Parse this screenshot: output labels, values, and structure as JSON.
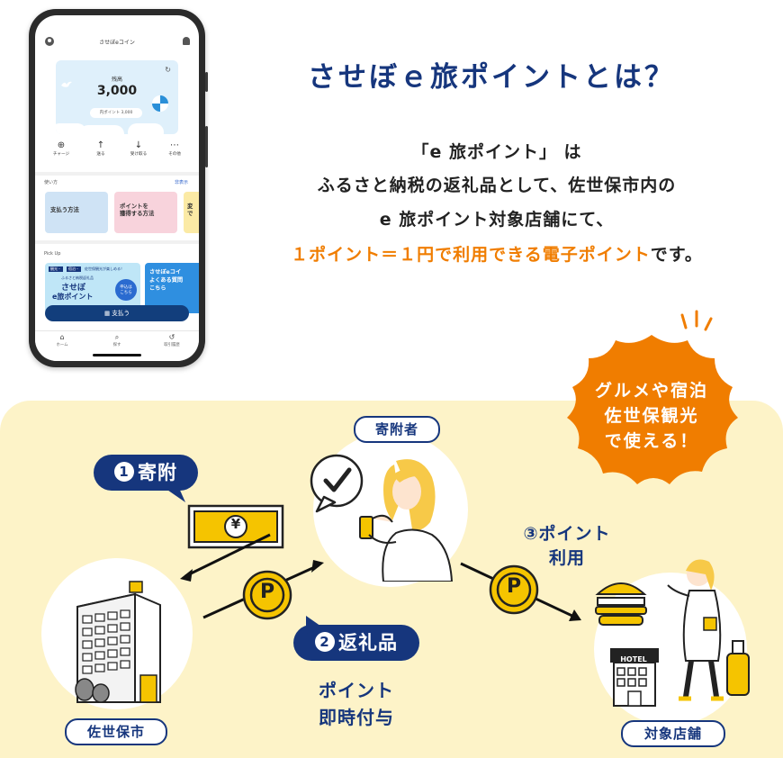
{
  "phone": {
    "app_title": "させぼeコイン",
    "balance": {
      "label": "残高",
      "value": "3,000",
      "sub": "内ポイント 3,000"
    },
    "actions": [
      {
        "label": "チャージ"
      },
      {
        "label": "送る"
      },
      {
        "label": "受け取る"
      },
      {
        "label": "その他"
      }
    ],
    "howto": {
      "title": "使い方",
      "hide": "非表示",
      "cards": [
        {
          "line1": "支払う方法",
          "line2": ""
        },
        {
          "line1": "ポイントを",
          "line2": "獲得する方法"
        },
        {
          "line1": "変",
          "line2": "で"
        }
      ]
    },
    "pickup": {
      "title": "Pick Up",
      "card1": {
        "tag1": "観光・",
        "tag2": "宿泊・",
        "tag_text": "佐世保観光が楽しめる！",
        "small": "ふるさと納税返礼品",
        "brand1": "させぼ",
        "brand2": "e旅ポイント",
        "badge1": "申込は",
        "badge2": "こちら"
      },
      "card2": {
        "line1": "させぼeコイ",
        "line2": "よくある質問",
        "line3": "こちら"
      }
    },
    "pay_button": "支払う",
    "tabs": [
      {
        "label": "ホーム"
      },
      {
        "label": "探す"
      },
      {
        "label": "取引履歴"
      }
    ]
  },
  "headline": "させぼｅ旅ポイントとは？",
  "description": {
    "line1": "「e 旅ポイント」 は",
    "line2": "ふるさと納税の返礼品として、佐世保市内の",
    "line3": "e 旅ポイント対象店舗にて、",
    "line4_highlight": "１ポイント＝１円で利用できる電子ポイント",
    "line4_tail": "です。"
  },
  "burst": {
    "line1": "グルメや宿泊",
    "line2": "佐世保観光",
    "line3": "で使える！"
  },
  "flow": {
    "donor_label": "寄附者",
    "city_label": "佐世保市",
    "store_label": "対象店舗",
    "step1": {
      "num": "1",
      "text": "寄附"
    },
    "step2": {
      "num": "2",
      "text": "返礼品"
    },
    "step2_note1": "ポイント",
    "step2_note2": "即時付与",
    "step3_line1": "③ポイント",
    "step3_line2": "利用",
    "yen_symbol": "¥",
    "coin_symbol": "P",
    "hotel_sign": "HOTEL"
  },
  "colors": {
    "navy": "#16367d",
    "orange": "#f07d00",
    "cream": "#fdf3c8",
    "coin_yellow": "#f5c400"
  }
}
